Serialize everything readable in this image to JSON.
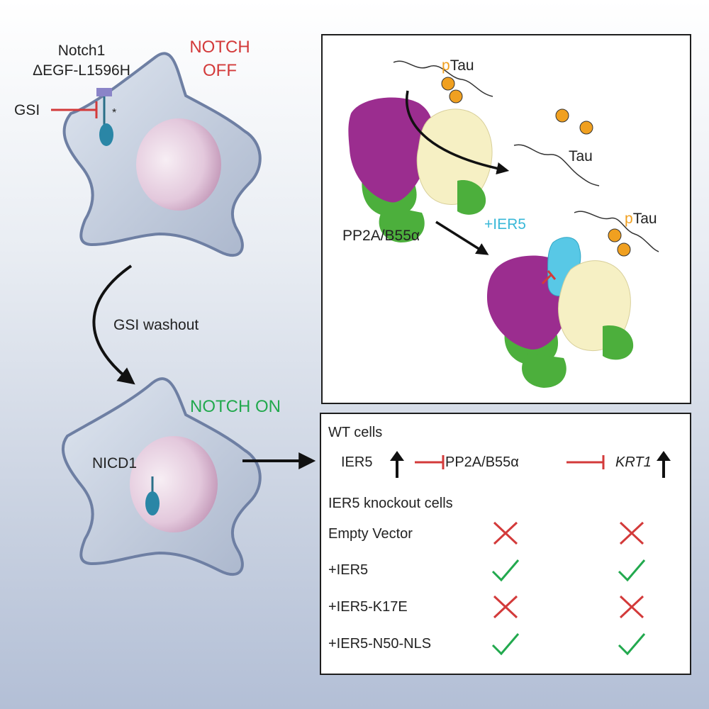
{
  "cell_off": {
    "receptor_label_line1": "Notch1",
    "receptor_label_line2": "ΔEGF-L1596H",
    "state_line1": "NOTCH",
    "state_line2": "OFF",
    "inhibitor": "GSI",
    "mark": "*"
  },
  "transition": {
    "label": "GSI washout"
  },
  "cell_on": {
    "state": "NOTCH ON",
    "fragment": "NICD1"
  },
  "top_panel": {
    "p_prefix": "p",
    "ptau_top": "Tau",
    "tau": "Tau",
    "complex": "PP2A/B55α",
    "ier5": "+IER5",
    "ptau_bottom": "Tau"
  },
  "bottom_panel": {
    "wt_title": "WT cells",
    "chain": {
      "ier5": "IER5",
      "pp2a": "PP2A/B55α",
      "krt1": "KRT1"
    },
    "ko_title": "IER5 knockout cells",
    "rows": [
      {
        "label": "Empty Vector",
        "col1": "cross",
        "col2": "cross"
      },
      {
        "label": "+IER5",
        "col1": "check",
        "col2": "check"
      },
      {
        "label": "+IER5-K17E",
        "col1": "cross",
        "col2": "cross"
      },
      {
        "label": "+IER5-N50-NLS",
        "col1": "check",
        "col2": "check"
      }
    ]
  },
  "colors": {
    "notch_off": "#d33a3a",
    "notch_on": "#22a94e",
    "ptau_p": "#f0a020",
    "ier5": "#39b8d8",
    "b55_purple": "#9b2d8f",
    "pp2a_green": "#4caf3c",
    "scaffold_cream": "#f6f0c4",
    "cell_fill": "#c9d3e3",
    "nucleus": "#e0c4d8",
    "check": "#22a94e",
    "cross": "#d33a3a"
  }
}
